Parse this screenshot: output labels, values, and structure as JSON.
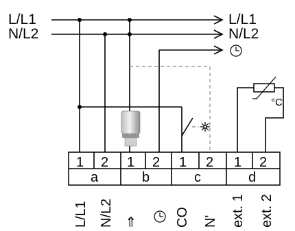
{
  "supply": {
    "left_l1": "L/L1",
    "left_n2": "N/L2",
    "right_l1": "L/L1",
    "right_n2": "N/L2"
  },
  "thermostat_unit": "°C",
  "groups": [
    {
      "letter": "a",
      "pins": [
        "1",
        "2"
      ],
      "labels": [
        "L/L1",
        "N/L2"
      ]
    },
    {
      "letter": "b",
      "pins": [
        "1",
        "2"
      ],
      "labels": [
        "⇒",
        ""
      ]
    },
    {
      "letter": "c",
      "pins": [
        "1",
        "2"
      ],
      "labels": [
        "CO",
        "N'"
      ]
    },
    {
      "letter": "d",
      "pins": [
        "1",
        "2"
      ],
      "labels": [
        "ext. 1",
        "ext. 2"
      ]
    }
  ],
  "icons": [
    "clock-icon",
    "snowflake-icon",
    "actuator-valve-icon",
    "variable-resistor-icon"
  ]
}
